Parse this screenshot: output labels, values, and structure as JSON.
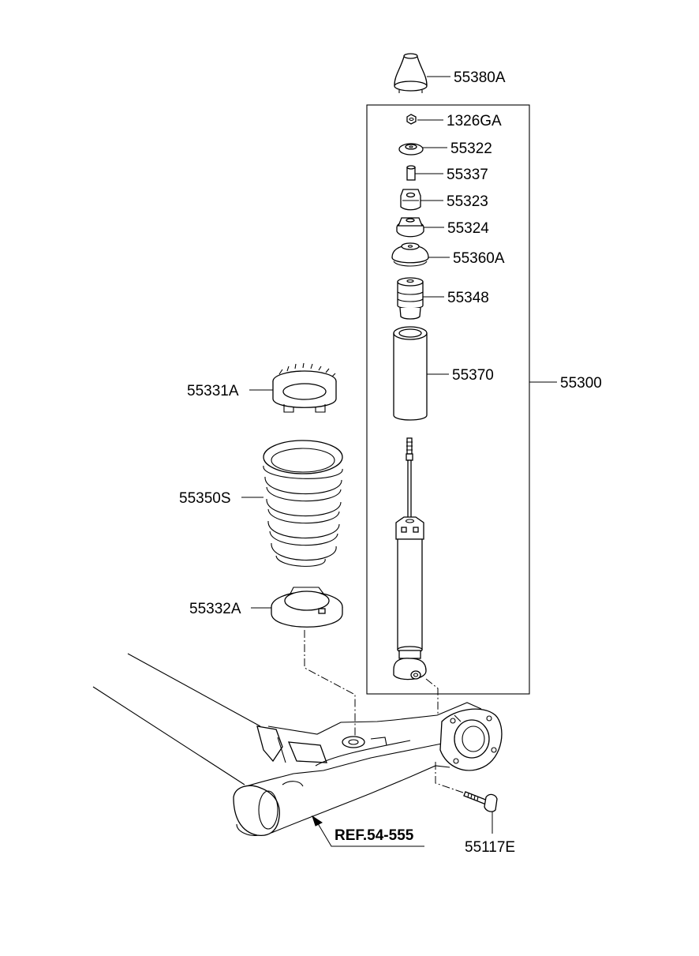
{
  "diagram": {
    "labels": {
      "p55380A": "55380A",
      "p1326GA": "1326GA",
      "p55322": "55322",
      "p55337": "55337",
      "p55323": "55323",
      "p55324": "55324",
      "p55360A": "55360A",
      "p55348": "55348",
      "p55370": "55370",
      "p55300": "55300",
      "p55331A": "55331A",
      "p55350S": "55350S",
      "p55332A": "55332A",
      "p55117E": "55117E",
      "ref": "REF.54-555"
    },
    "colors": {
      "line": "#000000",
      "background": "#ffffff"
    }
  }
}
